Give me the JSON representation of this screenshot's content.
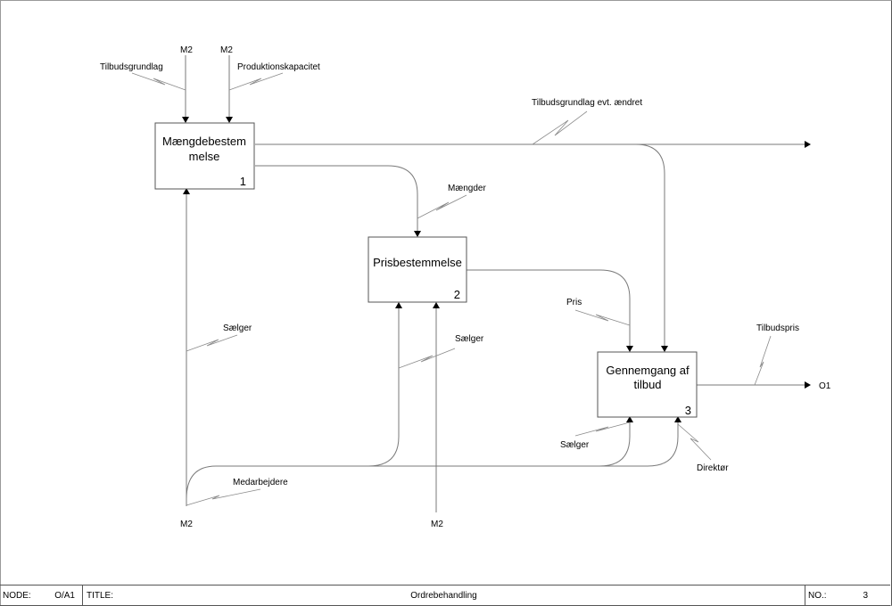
{
  "diagram": {
    "type": "IDEF0",
    "activities": [
      {
        "id": "A1",
        "title_line1": "Mængdebestem",
        "title_line2": "melse",
        "number": "1"
      },
      {
        "id": "A2",
        "title_line1": "Prisbestemmelse",
        "title_line2": "",
        "number": "2"
      },
      {
        "id": "A3",
        "title_line1": "Gennemgang af",
        "title_line2": "tilbud",
        "number": "3"
      }
    ],
    "labels": {
      "m2_top_left": "M2",
      "m2_top_right": "M2",
      "tilbudsgrundlag": "Tilbudsgrundlag",
      "produktionskapacitet": "Produktionskapacitet",
      "tilbudsgrundlag_evt_aendret": "Tilbudsgrundlag evt. ændret",
      "maengder": "Mængder",
      "pris": "Pris",
      "saelger_a1": "Sælger",
      "saelger_a2": "Sælger",
      "saelger_a3": "Sælger",
      "medarbejdere": "Medarbejdere",
      "direktoer": "Direktør",
      "tilbudspris": "Tilbudspris",
      "o1": "O1",
      "m2_bottom_left": "M2",
      "m2_bottom_mid": "M2"
    }
  },
  "titlebar": {
    "node_label": "NODE:",
    "node_value": "O/A1",
    "title_label": "TITLE:",
    "title_value": "Ordrebehandling",
    "no_label": "NO.:",
    "no_value": "3"
  }
}
